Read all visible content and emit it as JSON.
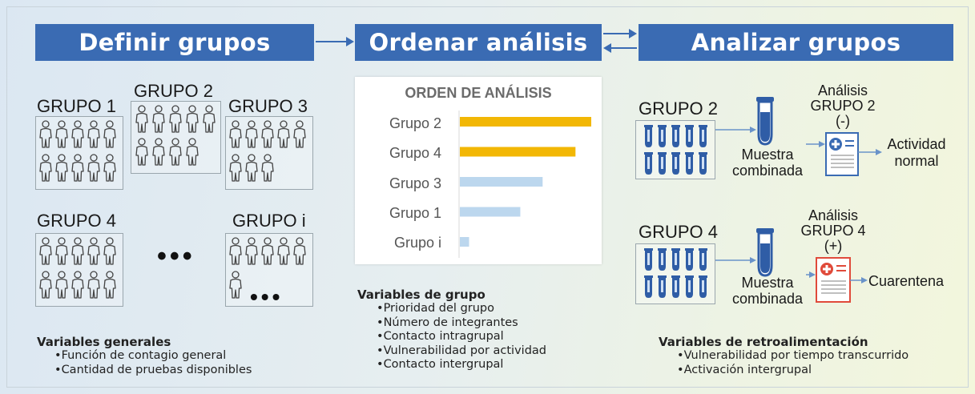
{
  "headers": {
    "define": "Definir grupos",
    "order": "Ordenar análisis",
    "analyze": "Analizar grupos"
  },
  "groups": {
    "g1": "GRUPO 1",
    "g2": "GRUPO 2",
    "g3": "GRUPO 3",
    "g4": "GRUPO 4",
    "gi": "GRUPO i"
  },
  "general_vars": {
    "title": "Variables generales",
    "items": [
      "Función de contagio general",
      "Cantidad de pruebas disponibles"
    ]
  },
  "group_vars": {
    "title": "Variables de grupo",
    "items": [
      "Prioridad del grupo",
      "Número de integrantes",
      "Contacto intragrupal",
      "Vulnerabilidad por actividad",
      "Contacto intergrupal"
    ]
  },
  "feedback_vars": {
    "title": "Variables de retroalimentación",
    "items": [
      "Vulnerabilidad por tiempo transcurrido",
      "Activación intergrupal"
    ]
  },
  "chart_data": {
    "type": "bar",
    "orientation": "horizontal",
    "title": "ORDEN DE ANÁLISIS",
    "categories": [
      "Grupo 2",
      "Grupo 4",
      "Grupo 3",
      "Grupo 1",
      "Grupo i"
    ],
    "values": [
      100,
      88,
      63,
      46,
      7
    ],
    "colors": [
      "#f2b705",
      "#f2b705",
      "#bcd7ee",
      "#bcd7ee",
      "#bcd7ee"
    ],
    "xlim": [
      0,
      100
    ]
  },
  "analysis": {
    "top": {
      "group": "GRUPO 2",
      "sample": [
        "Muestra",
        "combinada"
      ],
      "result_title": [
        "Análisis",
        "GRUPO 2",
        "(-)"
      ],
      "outcome": [
        "Actividad",
        "normal"
      ]
    },
    "bottom": {
      "group": "GRUPO 4",
      "sample": [
        "Muestra",
        "combinada"
      ],
      "result_title": [
        "Análisis",
        "GRUPO 4",
        "(+)"
      ],
      "outcome": [
        "Cuarentena"
      ]
    }
  },
  "colors": {
    "banner": "#3a6bb3",
    "arrow": "#3a6bb3",
    "tube": "#2f5da6",
    "highlight_bar": "#f2b705",
    "muted_bar": "#bcd7ee",
    "negative_doc": "#3a6bb3",
    "positive_doc": "#e04a3a"
  },
  "icons": [
    "person-icon",
    "test-tube-icon",
    "report-negative-icon",
    "report-positive-icon",
    "arrow-icon"
  ]
}
